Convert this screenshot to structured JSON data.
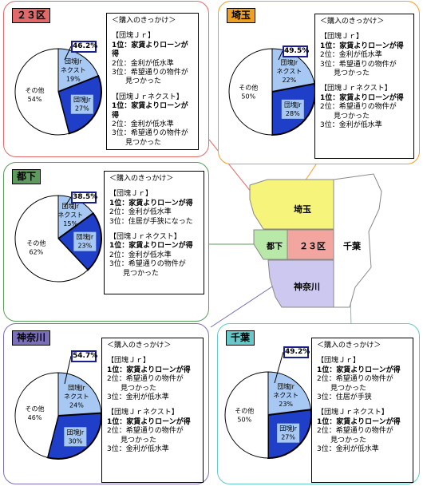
{
  "colors": {
    "tokyo23_frame": "#e06a6a",
    "saitama_frame": "#f0a020",
    "tokyo_other_frame": "#5b9b5b",
    "kanagawa_frame": "#7a6fb8",
    "chiba_frame": "#66c8c8",
    "pie_light_blue": "#a6c8f2",
    "pie_blue": "#1f3fc9",
    "pie_white": "#ffffff",
    "map_saitama": "#f6f47a",
    "map_tokyo23": "#f3a6a0",
    "map_tokyo_other": "#b8e9a8",
    "map_kanagawa": "#cdc8f0",
    "map_chiba": "#ffffff"
  },
  "regions": [
    {
      "id": "tokyo23",
      "name": "２３区",
      "share_badge": "46.2%",
      "pie": [
        {
          "label": "団塊Jr\nネクスト\n19%",
          "value": 19
        },
        {
          "label": "団塊Jr\n27%",
          "value": 27
        },
        {
          "label": "その他\n54%",
          "value": 54
        }
      ],
      "reasons": [
        "＜購入のきっかけ＞",
        "【団塊Ｊｒ】",
        "1位：家賃よりローンが得",
        "2位：金利が低水準",
        "3位：希望通りの物件が",
        "見つかった",
        "【団塊Ｊｒネクスト】",
        "1位：家賃よりローンが得",
        "2位：金利が低水準",
        "3位：希望通りの物件が",
        "見つかった"
      ]
    },
    {
      "id": "saitama",
      "name": "埼玉",
      "share_badge": "49.5%",
      "pie": [
        {
          "label": "団塊Jr\nネクスト\n22%",
          "value": 22
        },
        {
          "label": "団塊Jr\n28%",
          "value": 28
        },
        {
          "label": "その他\n50%",
          "value": 50
        }
      ],
      "reasons": [
        "＜購入のきっかけ＞",
        "【団塊Ｊｒ】",
        "1位：家賃よりローンが得",
        "2位：金利が低水準",
        "3位：希望通りの物件が",
        "見つかった",
        "【団塊Ｊｒネクスト】",
        "1位：家賃よりローンが得",
        "2位：希望通りの物件が",
        "見つかった",
        "3位：金利が低水準"
      ]
    },
    {
      "id": "tokyo_other",
      "name": "都下",
      "share_badge": "38.5%",
      "pie": [
        {
          "label": "団塊Jr\nネクスト\n15%",
          "value": 15
        },
        {
          "label": "団塊Jr\n23%",
          "value": 23
        },
        {
          "label": "その他\n62%",
          "value": 62
        }
      ],
      "reasons": [
        "＜購入のきっかけ＞",
        "【団塊Ｊｒ】",
        "1位：家賃よりローンが得",
        "2位：金利が低水準",
        "3位：住居が手狭になった",
        "【団塊Ｊｒネクスト】",
        "1位：家賃よりローンが得",
        "2位：金利が低水準",
        "3位：希望通りの物件が",
        "見つかった"
      ]
    },
    {
      "id": "kanagawa",
      "name": "神奈川",
      "share_badge": "54.7%",
      "pie": [
        {
          "label": "団塊Jr\nネクスト\n24%",
          "value": 24
        },
        {
          "label": "団塊Jr\n30%",
          "value": 30
        },
        {
          "label": "その他\n46%",
          "value": 46
        }
      ],
      "reasons": [
        "＜購入のきっかけ＞",
        "【団塊Ｊｒ】",
        "1位：家賃よりローンが得",
        "2位：希望通りの物件が",
        "見つかった",
        "3位：金利が低水準",
        "【団塊Ｊｒネクスト】",
        "1位：家賃よりローンが得",
        "2位：希望通りの物件が",
        "見つかった",
        "3位：金利が低水準"
      ]
    },
    {
      "id": "chiba",
      "name": "千葉",
      "share_badge": "49.2%",
      "pie": [
        {
          "label": "団塊Jr\nネクスト\n23%",
          "value": 23
        },
        {
          "label": "団塊Jr\n27%",
          "value": 27
        },
        {
          "label": "その他\n50%",
          "value": 50
        }
      ],
      "reasons": [
        "＜購入のきっかけ＞",
        "【団塊Ｊｒ】",
        "1位：家賃よりローンが得",
        "2位：希望通りの物件が",
        "見つかった",
        "3位：住居が手狭",
        "【団塊Ｊｒネクスト】",
        "1位：家賃よりローンが得",
        "2位：希望通りの物件が",
        "見つかった",
        "3位：金利が低水準"
      ]
    }
  ],
  "map": {
    "labels": {
      "saitama": "埼玉",
      "tokyo23": "２３区",
      "tokyo_other": "都下",
      "chiba": "千葉",
      "kanagawa": "神奈川"
    }
  }
}
